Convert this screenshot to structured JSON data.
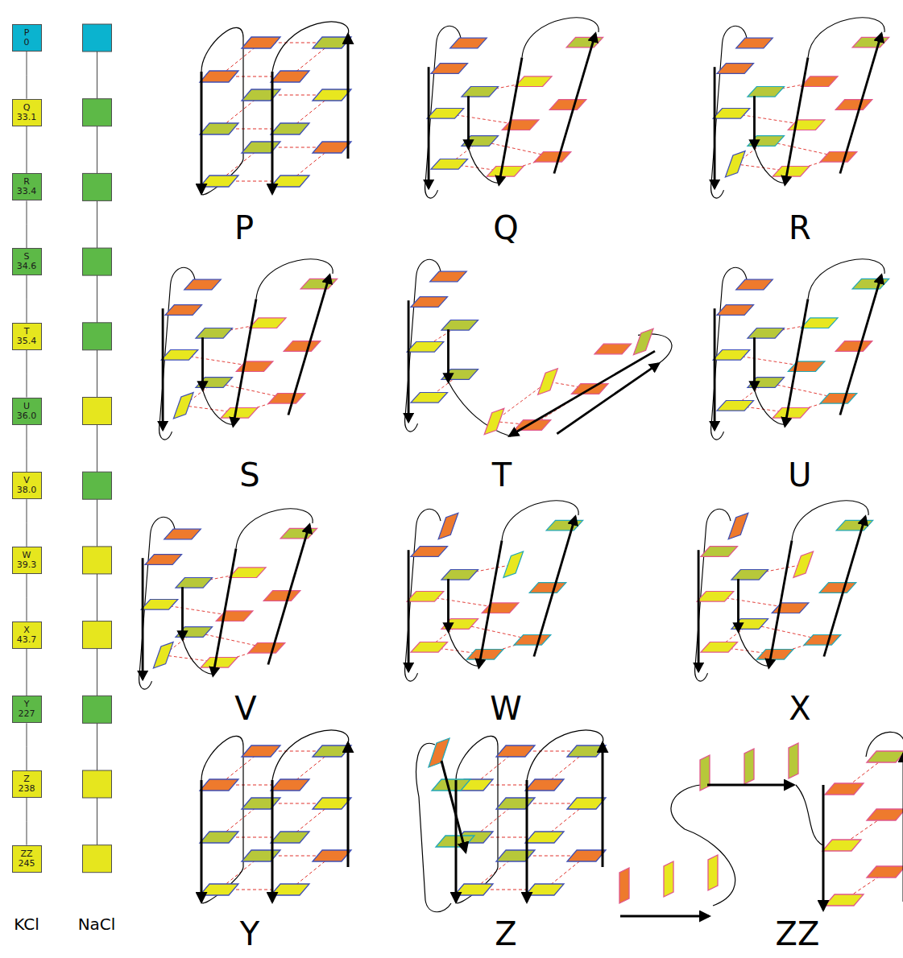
{
  "diagram": {
    "nodes": [
      {
        "text": [
          "P",
          "0"
        ]
      },
      {
        "text": [
          "Q",
          "33.1"
        ]
      },
      {
        "text": [
          "R",
          "33.4"
        ]
      },
      {
        "text": [
          "S",
          "34.6"
        ]
      },
      {
        "text": [
          "T",
          "35.4"
        ]
      },
      {
        "text": [
          "U",
          "36.0"
        ]
      },
      {
        "text": [
          "V",
          "38.0"
        ]
      },
      {
        "text": [
          "W",
          "39.3"
        ]
      },
      {
        "text": [
          "X",
          "43.7"
        ]
      },
      {
        "text": [
          "Y",
          "227"
        ]
      },
      {
        "text": [
          "Z",
          "238"
        ]
      },
      {
        "text": [
          "ZZ",
          "245"
        ]
      }
    ],
    "edges": [
      {
        "from": 0,
        "to": 1,
        "arrow": "none"
      },
      {
        "from": 1,
        "to": 2,
        "arrow": "none"
      },
      {
        "from": 2,
        "to": 3,
        "arrow": "none"
      },
      {
        "from": 3,
        "to": 4,
        "arrow": "none"
      },
      {
        "from": 4,
        "to": 5,
        "arrow": "none"
      },
      {
        "from": 5,
        "to": 6,
        "arrow": "none"
      },
      {
        "from": 6,
        "to": 7,
        "arrow": "none"
      },
      {
        "from": 7,
        "to": 8,
        "arrow": "none"
      },
      {
        "from": 8,
        "to": 9,
        "arrow": "none"
      },
      {
        "from": 9,
        "to": 10,
        "arrow": "none"
      },
      {
        "from": 10,
        "to": 11,
        "arrow": "none"
      }
    ],
    "labels": [
      "P",
      "Q",
      "R",
      "S",
      "T",
      "U",
      "V",
      "W",
      "X",
      "Y",
      "Z",
      "ZZ",
      "KCl",
      "NaCl"
    ]
  }
}
